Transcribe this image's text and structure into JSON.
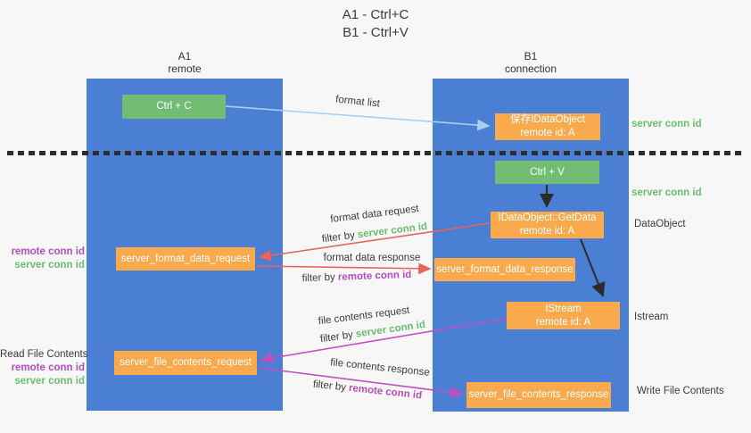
{
  "title": {
    "line1": "A1 - Ctrl+C",
    "line2": "B1 - Ctrl+V"
  },
  "columns": {
    "a1": {
      "name": "A1",
      "subtitle": "remote"
    },
    "b1": {
      "name": "B1",
      "subtitle": "connection"
    }
  },
  "nodes": {
    "ctrl_c": "Ctrl + C",
    "ctrl_v": "Ctrl + V",
    "save_idataobject": {
      "line1": "保存IDataObject",
      "line2": "remote id: A"
    },
    "getdata": {
      "line1": "IDataObject::GetData",
      "line2": "remote id: A"
    },
    "istream": {
      "line1": "IStream",
      "line2": "remote id: A"
    },
    "server_format_data_request": "server_format_data_request",
    "server_format_data_response": "server_format_data_response",
    "server_file_contents_request": "server_file_contents_request",
    "server_file_contents_response": "server_file_contents_response"
  },
  "labels": {
    "format_list": "format list",
    "format_data_request": "format data request",
    "format_data_response": "format data response",
    "file_contents_request": "file contents request",
    "file_contents_response": "file contents response",
    "filter_by": "filter by ",
    "server_conn_id": "server conn id",
    "remote_conn_id": "remote conn id",
    "read_file_contents": "Read File Contents",
    "write_file_contents": "Write File Contents",
    "dataobject": "DataObject",
    "istream_side": "Istream"
  },
  "colors": {
    "column_blue": "#4a7fd4",
    "node_green": "#71bd74",
    "node_orange": "#faaa4d",
    "arrow_light_blue": "#a7d1ef",
    "arrow_red": "#e8635a",
    "arrow_magenta": "#be50c0",
    "arrow_black": "#2b2b2b",
    "label_green": "#6abe6e",
    "label_purple": "#b44ebe"
  }
}
